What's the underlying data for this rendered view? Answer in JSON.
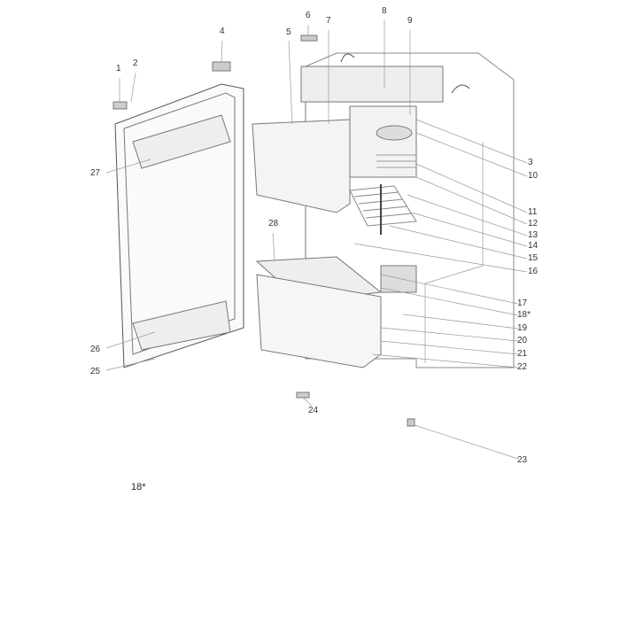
{
  "labels": {
    "p1": "1",
    "p2": "2",
    "p3": "3",
    "p4": "4",
    "p5": "5",
    "p6": "6",
    "p7": "7",
    "p8": "8",
    "p9": "9",
    "p10": "10",
    "p11": "11",
    "p12": "12",
    "p13": "13",
    "p14": "14",
    "p15": "15",
    "p16": "16",
    "p17": "17",
    "p18": "18*",
    "p19": "19",
    "p20": "20",
    "p21": "21",
    "p22": "22",
    "p23": "23",
    "p24": "24",
    "p25": "25",
    "p26": "26",
    "p27": "27",
    "p28": "28"
  },
  "footnote": "18*"
}
